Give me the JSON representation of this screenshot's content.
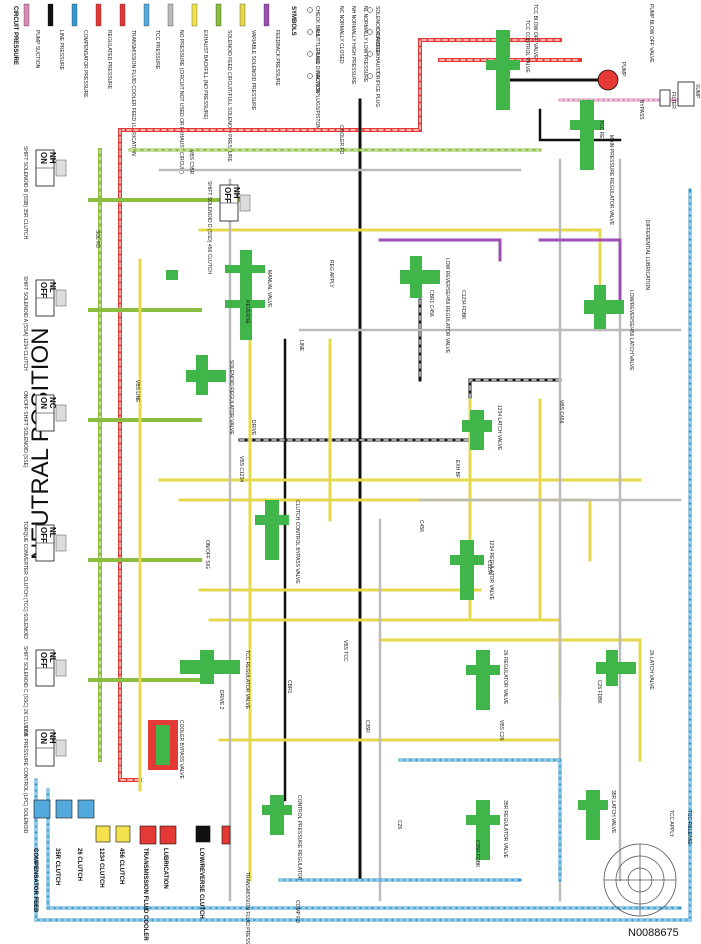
{
  "title": "NEUTRAL POSITION",
  "doc_number": "N0088675",
  "legend": {
    "header": "CIRCUIT PRESSURE",
    "items": [
      {
        "label": "PUMP SUCTION",
        "color": "#d98bb5"
      },
      {
        "label": "LINE PRESSURE",
        "color": "#111111"
      },
      {
        "label": "COMPENSATOR PRESSURE",
        "color": "#3399cc"
      },
      {
        "label": "REGULATED PRESSURE",
        "color": "#e53935"
      },
      {
        "label": "TRANSMISSION FLUID COOLER FEED LUBRICATION",
        "color": "#e53935"
      },
      {
        "label": "TCC PRESSURE",
        "color": "#55aadd"
      },
      {
        "label": "NO PRESSURE (CIRCUIT NOT USED OR EXHAUST CIRCUIT)",
        "color": "#bbbbbb"
      },
      {
        "label": "EXHAUST BACKFILL (NO PRESSURE)",
        "color": "#f2e14a"
      },
      {
        "label": "SOLENOID FEED CIRCUIT/FULL SOLENOID PRESSURE",
        "color": "#8bbd3e"
      },
      {
        "label": "VARIABLE SOLENOID PRESSURE",
        "color": "#e5d84c"
      },
      {
        "label": "FEEDBACK PRESSURE",
        "color": "#9b4fb3"
      }
    ],
    "notes": [
      "NC NORMALLY CLOSED",
      "NH NORMALLY HIGH PRESSURE",
      "NL NORMALLY LOW PRESSURE"
    ],
    "symbols_header": "SYMBOLS",
    "symbols": [
      "CHECK BALL",
      "SHUTTLE BALL",
      "FLUID DIRECTION",
      "VALVES/PLUGS/PISTONS",
      "SOLENOID DAMPER",
      "ORIFICE",
      "EXHAUST",
      "ORIFICE PLUG"
    ]
  },
  "solenoids": [
    {
      "name": "SHIFT SOLENOID B (SSB) 35R CLUTCH",
      "state_a": "ON",
      "state_b": "NH"
    },
    {
      "name": "SHIFT SOLENOID D (SSD) 456 CLUTCH",
      "state_a": "OFF",
      "state_b": "NH"
    },
    {
      "name": "SHIFT SOLENOID A (SSA) 1234 CLUTCH",
      "state_a": "OFF",
      "state_b": "NL"
    },
    {
      "name": "ON/OFF SHIFT SOLENOID (SSE)",
      "state_a": "ON",
      "state_b": "NC"
    },
    {
      "name": "TORQUE CONVERTER CLUTCH (TCC) SOLENOID",
      "state_a": "OFF",
      "state_b": "NL"
    },
    {
      "name": "SHIFT SOLENOID C (SSC) 26 CLUTCH",
      "state_a": "OFF",
      "state_b": "NL"
    },
    {
      "name": "LINE PRESSURE CONTROL (LPC) SOLENOID",
      "state_a": "ON",
      "state_b": "NH"
    }
  ],
  "clutches": [
    {
      "label": "COMPENSATOR FEED"
    },
    {
      "label": "35R CLUTCH"
    },
    {
      "label": "26 CLUTCH"
    },
    {
      "label": "1234 CLUTCH"
    },
    {
      "label": "456 CLUTCH"
    },
    {
      "label": "TRANSMISSION FLUID COOLER"
    },
    {
      "label": "LUBRICATION"
    },
    {
      "label": "LOW/REVERSE CLUTCH"
    }
  ],
  "valves": [
    {
      "label": "MANUAL VALVE"
    },
    {
      "label": "SOLENOID REGULATOR VALVE"
    },
    {
      "label": "LOW REVERSE/456 REGULATOR VALVE"
    },
    {
      "label": "LOW/REVERSE/456 LATCH VALVE"
    },
    {
      "label": "1234 LATCH VALVE"
    },
    {
      "label": "1234 REGULATOR VALVE"
    },
    {
      "label": "CLUTCH CONTROL BYPASS VALVE"
    },
    {
      "label": "TCC REGULATOR VALVE"
    },
    {
      "label": "26 REGULATOR VALVE"
    },
    {
      "label": "26 LATCH VALVE"
    },
    {
      "label": "35R REGULATOR VALVE"
    },
    {
      "label": "35R LATCH VALVE"
    },
    {
      "label": "COOLER BYPASS VALVE"
    },
    {
      "label": "CONTROL PRESSURE REGULATOR"
    },
    {
      "label": "TCC CONTROL VALVE"
    },
    {
      "label": "TCC BLOW OFF VALVE"
    },
    {
      "label": "PUMP BLOW OFF VALVE"
    },
    {
      "label": "MAIN PRESSURE REGULATOR VALVE"
    },
    {
      "label": "TRANSMISSION FLUID PRESSURE SWITCH"
    }
  ],
  "components": [
    {
      "label": "PUMP"
    },
    {
      "label": "SUMP"
    },
    {
      "label": "FILTER"
    },
    {
      "label": "BYPASS"
    },
    {
      "label": "DIFFERENTIAL LUBRICATION"
    },
    {
      "label": "TCC APPLY"
    },
    {
      "label": "TCC RELEASE"
    }
  ],
  "line_labels": [
    "SOL FD",
    "VBS LINE",
    "VBS C35R",
    "LINE",
    "COOLER FD",
    "DRIVE",
    "REVERSE",
    "REG APPLY",
    "VBS TCC",
    "C1234 FDBK",
    "C1234",
    "C456",
    "C35R",
    "C26",
    "COMP FD",
    "EXH BF",
    "VBS C26",
    "VBS C456",
    "ON/OFF SIG",
    "DRIVE 2",
    "CBR1",
    "C26 FDBK",
    "C35R FDBK",
    "TCC REL",
    "VBS C1234",
    "CBR1 C456"
  ],
  "colors": {
    "line": "#111111",
    "regulated": "#e53935",
    "compensator": "#3399cc",
    "solenoid_feed": "#8bbd3e",
    "variable_solenoid": "#e5d84c",
    "exhaust_backfill": "#f2e14a",
    "no_pressure": "#bbbbbb",
    "feedback": "#9b4fb3",
    "pump_suction": "#d98bb5",
    "valve_green": "#3fb54a"
  }
}
